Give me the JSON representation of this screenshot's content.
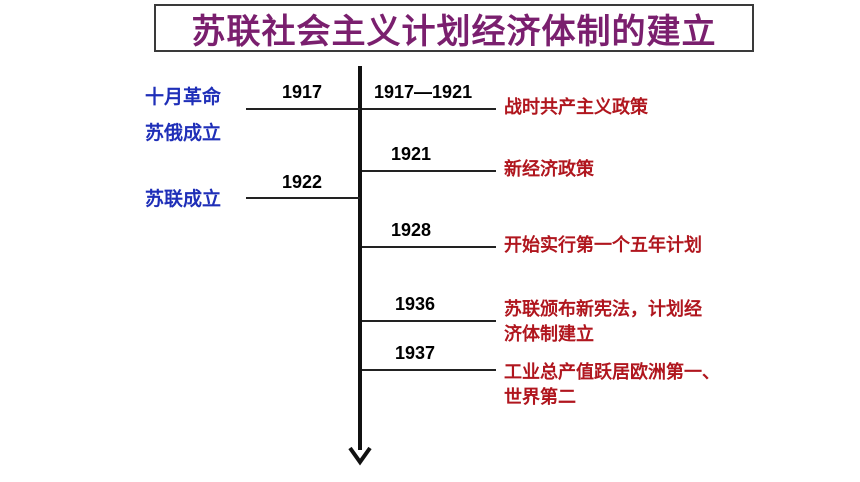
{
  "title": "苏联社会主义计划经济体制的建立",
  "left_events": [
    {
      "label": "十月革命"
    },
    {
      "label": "苏俄成立"
    },
    {
      "label": "苏联成立"
    }
  ],
  "left_years": [
    "1917",
    "1922"
  ],
  "right_years": [
    "1917—1921",
    "1921",
    "1928",
    "1936",
    "1937"
  ],
  "right_events": [
    {
      "lines": [
        "战时共产主义政策"
      ]
    },
    {
      "lines": [
        "新经济政策"
      ]
    },
    {
      "lines": [
        "开始实行第一个五年计划"
      ]
    },
    {
      "lines": [
        "苏联颁布新宪法，计划经",
        "济体制建立"
      ]
    },
    {
      "lines": [
        "工业总产值跃居欧洲第一、",
        "世界第二"
      ]
    }
  ],
  "colors": {
    "title": "#7a1f6e",
    "left_labels": "#1f2fb8",
    "events": "#b0161e",
    "lines": "#222222"
  }
}
